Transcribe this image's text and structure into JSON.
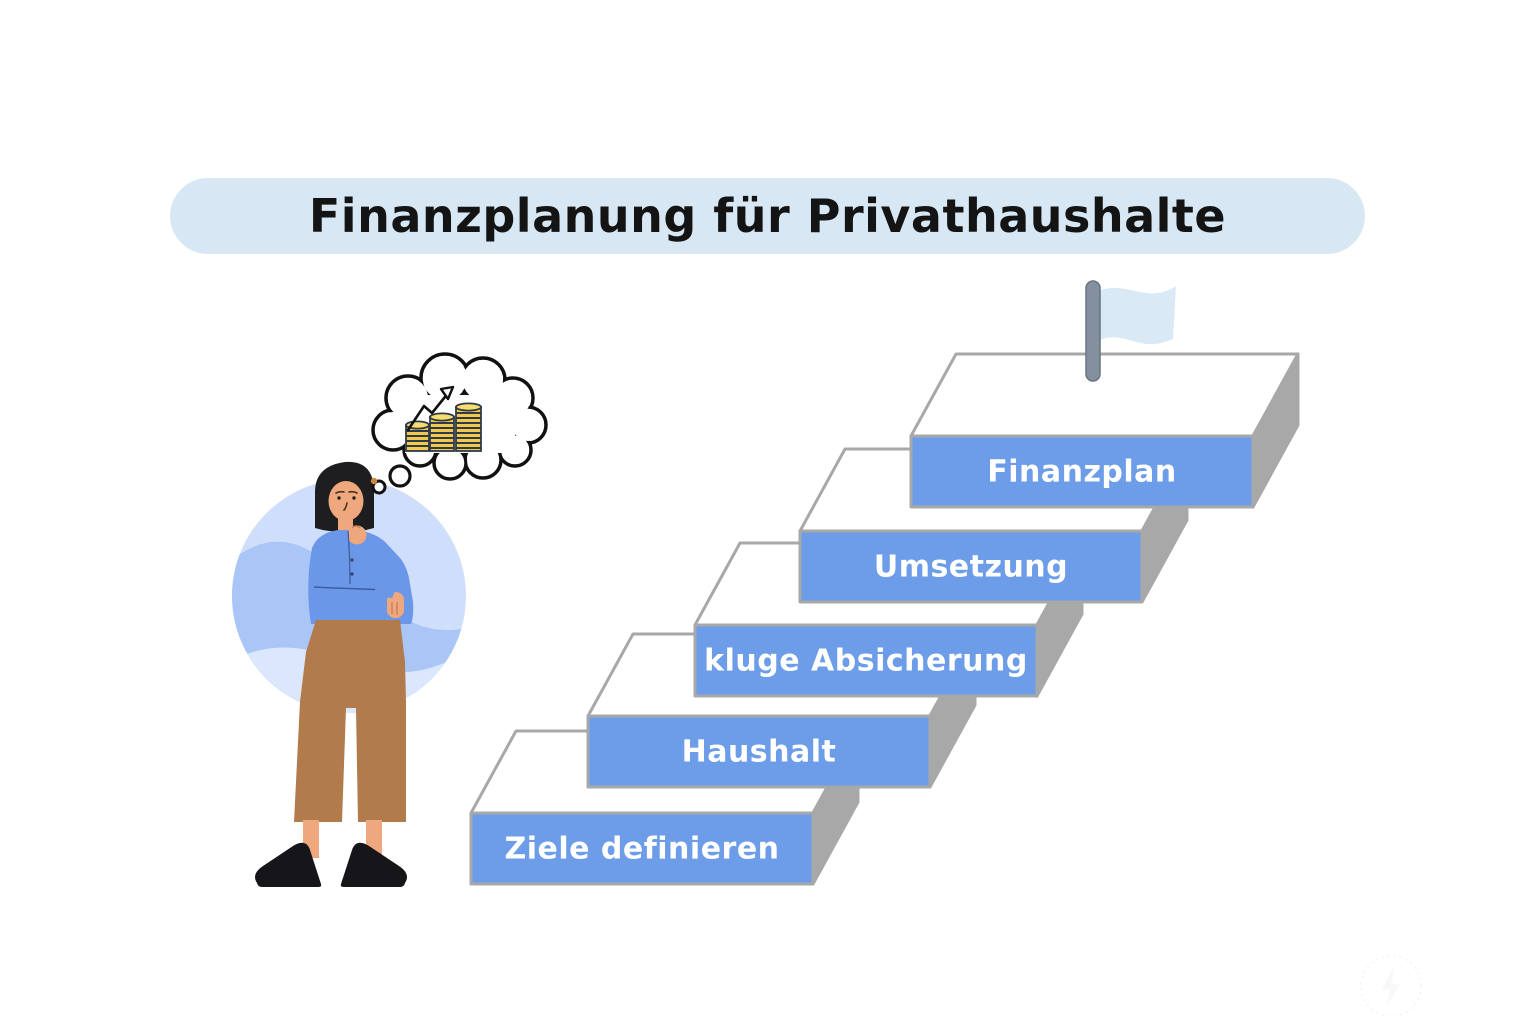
{
  "header": {
    "title": "Finanzplanung für Privathaushalte",
    "pill_bg": "#d7e8f4",
    "text_color": "#141414"
  },
  "staircase": {
    "steps": [
      {
        "label": "Ziele definieren"
      },
      {
        "label": "Haushalt"
      },
      {
        "label": "kluge Absicherung"
      },
      {
        "label": "Umsetzung"
      },
      {
        "label": "Finanzplan"
      }
    ],
    "front_color": "#6d9de9",
    "side_color": "#a8a8a8",
    "top_color": "#ffffff",
    "label_color": "#ffffff",
    "flag": {
      "icon": "goal-flag-icon",
      "cloth_color": "#d9eaf6",
      "pole_color": "#8290a0"
    }
  },
  "illustration": {
    "name": "thinking-woman-illustration",
    "thought_bubble": {
      "icon": "thought-bubble-icon",
      "contents": [
        "coin-stacks-icon",
        "growth-arrow-icon"
      ],
      "coin_color": "#f2c94c",
      "coin_line_color": "#2e3a4a"
    },
    "circle_bg": "#cfdefb",
    "wave_color": "#a9c6f7",
    "wave_light_color": "#dbe7fd",
    "shirt_color": "#6b97e8",
    "pants_color": "#b17b4b",
    "skin_color": "#efa87d",
    "hair_color": "#1e1e21"
  },
  "watermark": {
    "icon": "faint-logo-watermark"
  }
}
